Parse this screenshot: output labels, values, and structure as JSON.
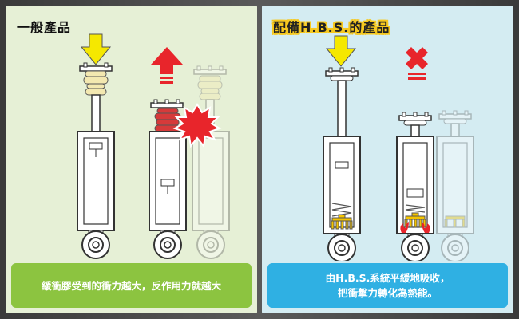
{
  "left_panel": {
    "title": "一般產品",
    "caption_lines": [
      "緩衝膠受到的衝力越大，反作用力就越大"
    ]
  },
  "right_panel": {
    "title": "配備H.B.S.的產品",
    "caption_lines": [
      "由H.B.S.系統平緩地吸收，",
      "把衝擊力轉化為熱能。"
    ]
  },
  "colors": {
    "left_bg": "#e6f0d6",
    "right_bg": "#d4ecf2",
    "left_caption_bg": "#8cc440",
    "right_caption_bg": "#2fb0e3",
    "down_arrow": "#f5e800",
    "up_arrow": "#e8252b",
    "impact_burst": "#e8252b",
    "bump_stop_normal": "#f3e8b0",
    "bump_stop_compressed": "#d63a3a",
    "hbs_spring": "#f5c400"
  },
  "icons": [
    "yellow-down-arrow-icon",
    "red-up-arrow-icon",
    "red-x-icon",
    "impact-burst-icon",
    "heat-flame-icon"
  ]
}
